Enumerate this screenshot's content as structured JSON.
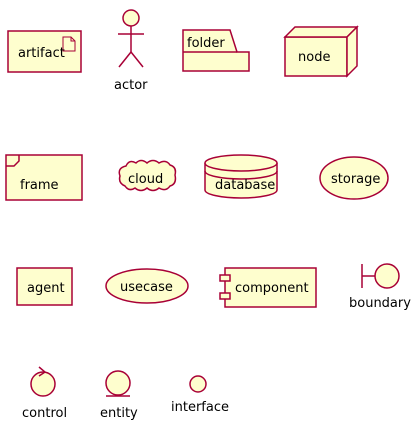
{
  "colors": {
    "fill": "#FEFECE",
    "stroke": "#A80036",
    "text": "#000000",
    "background": "#FFFFFF"
  },
  "elements": {
    "artifact": "artifact",
    "actor": "actor",
    "folder": "folder",
    "node": "node",
    "frame": "frame",
    "cloud": "cloud",
    "database": "database",
    "storage": "storage",
    "agent": "agent",
    "usecase": "usecase",
    "component": "component",
    "boundary": "boundary",
    "control": "control",
    "entity": "entity",
    "interface": "interface"
  }
}
